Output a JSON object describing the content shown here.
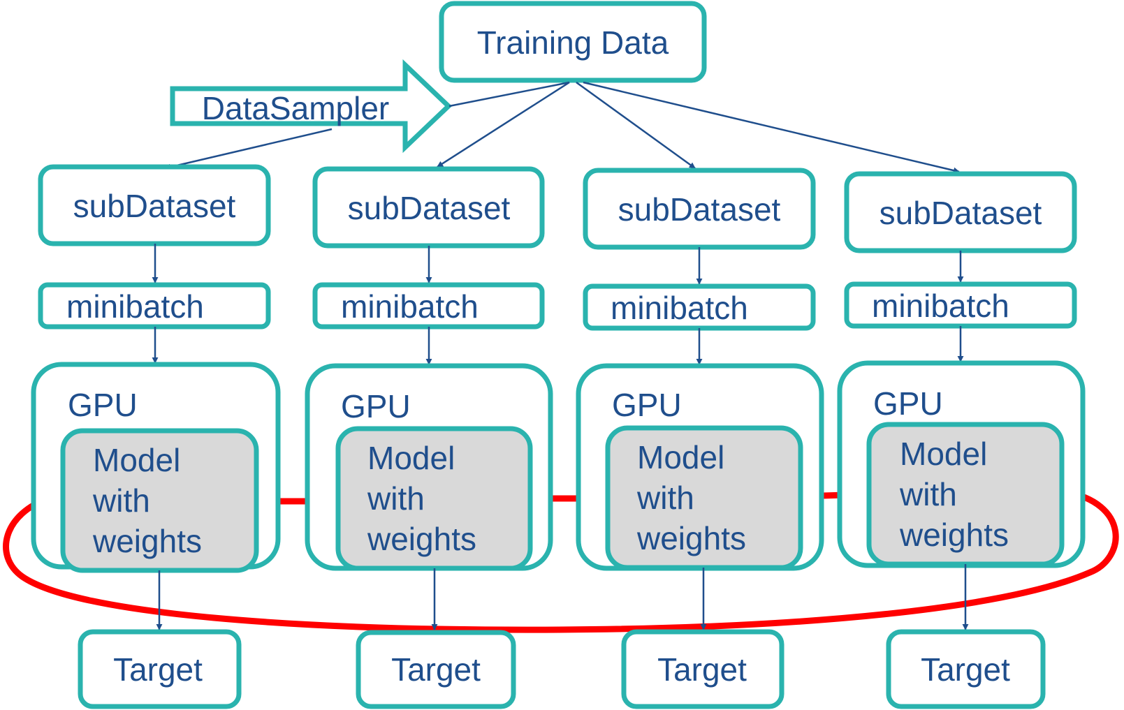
{
  "colors": {
    "box_border": "#2ab3ae",
    "text": "#1f4e8c",
    "arrow": "#1f4e8c",
    "ring": "#ff0000",
    "model_fill": "#d9d9d9",
    "background": "#ffffff"
  },
  "training_data": {
    "label": "Training Data"
  },
  "data_sampler": {
    "label": "DataSampler"
  },
  "columns": [
    {
      "subdataset": "subDataset",
      "minibatch": "minibatch",
      "gpu": "GPU",
      "model_lines": [
        "Model",
        "with",
        "weights"
      ],
      "target": "Target"
    },
    {
      "subdataset": "subDataset",
      "minibatch": "minibatch",
      "gpu": "GPU",
      "model_lines": [
        "Model",
        "with",
        "weights"
      ],
      "target": "Target"
    },
    {
      "subdataset": "subDataset",
      "minibatch": "minibatch",
      "gpu": "GPU",
      "model_lines": [
        "Model",
        "with",
        "weights"
      ],
      "target": "Target"
    },
    {
      "subdataset": "subDataset",
      "minibatch": "minibatch",
      "gpu": "GPU",
      "model_lines": [
        "Model",
        "with",
        "weights"
      ],
      "target": "Target"
    }
  ]
}
